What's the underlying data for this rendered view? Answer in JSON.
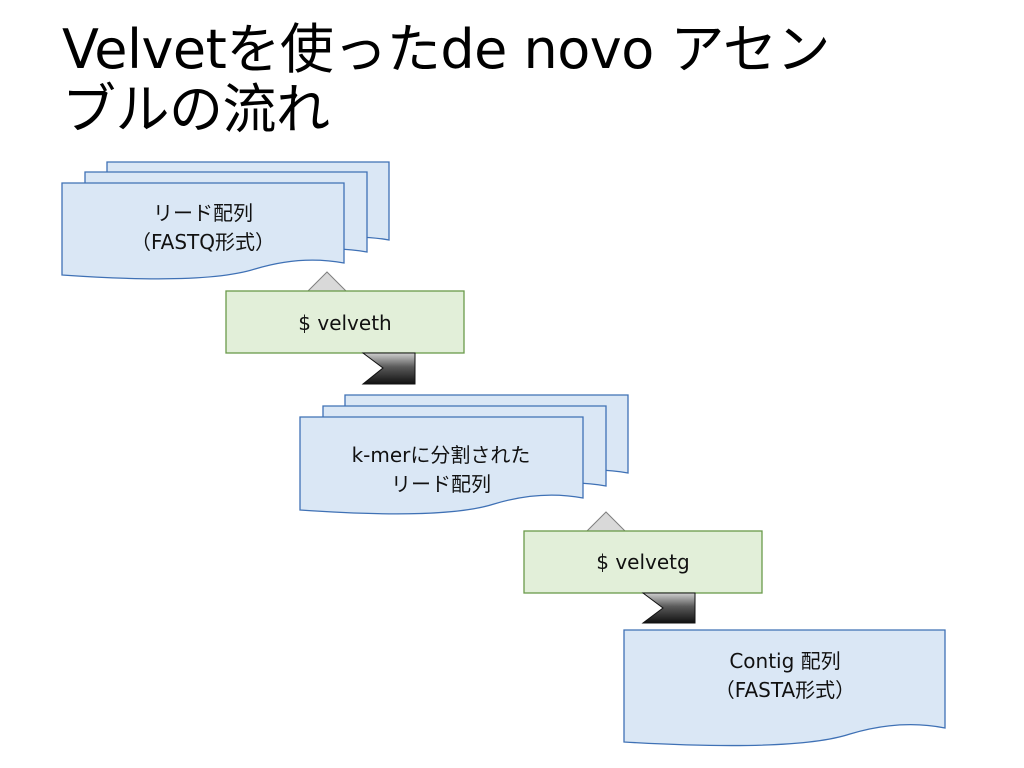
{
  "title": {
    "line1": "Velvetを使ったde novo アセン",
    "line2": "ブルの流れ"
  },
  "colors": {
    "doc_fill": "#dae7f5",
    "doc_stroke": "#3f71b5",
    "cmd_fill": "#e2efd9",
    "cmd_stroke": "#6a9a4a",
    "arrow_dark": "#1a1a1a",
    "arrow_light": "#d9d9d9"
  },
  "nodes": {
    "reads": {
      "line1": "リード配列",
      "line2": "（FASTQ形式）"
    },
    "velveth": {
      "label": "$ velveth"
    },
    "kmer": {
      "line1": "k-merに分割された",
      "line2": "リード配列"
    },
    "velvetg": {
      "label": "$ velvetg"
    },
    "contig": {
      "line1": "Contig 配列",
      "line2": "（FASTA形式）"
    }
  }
}
